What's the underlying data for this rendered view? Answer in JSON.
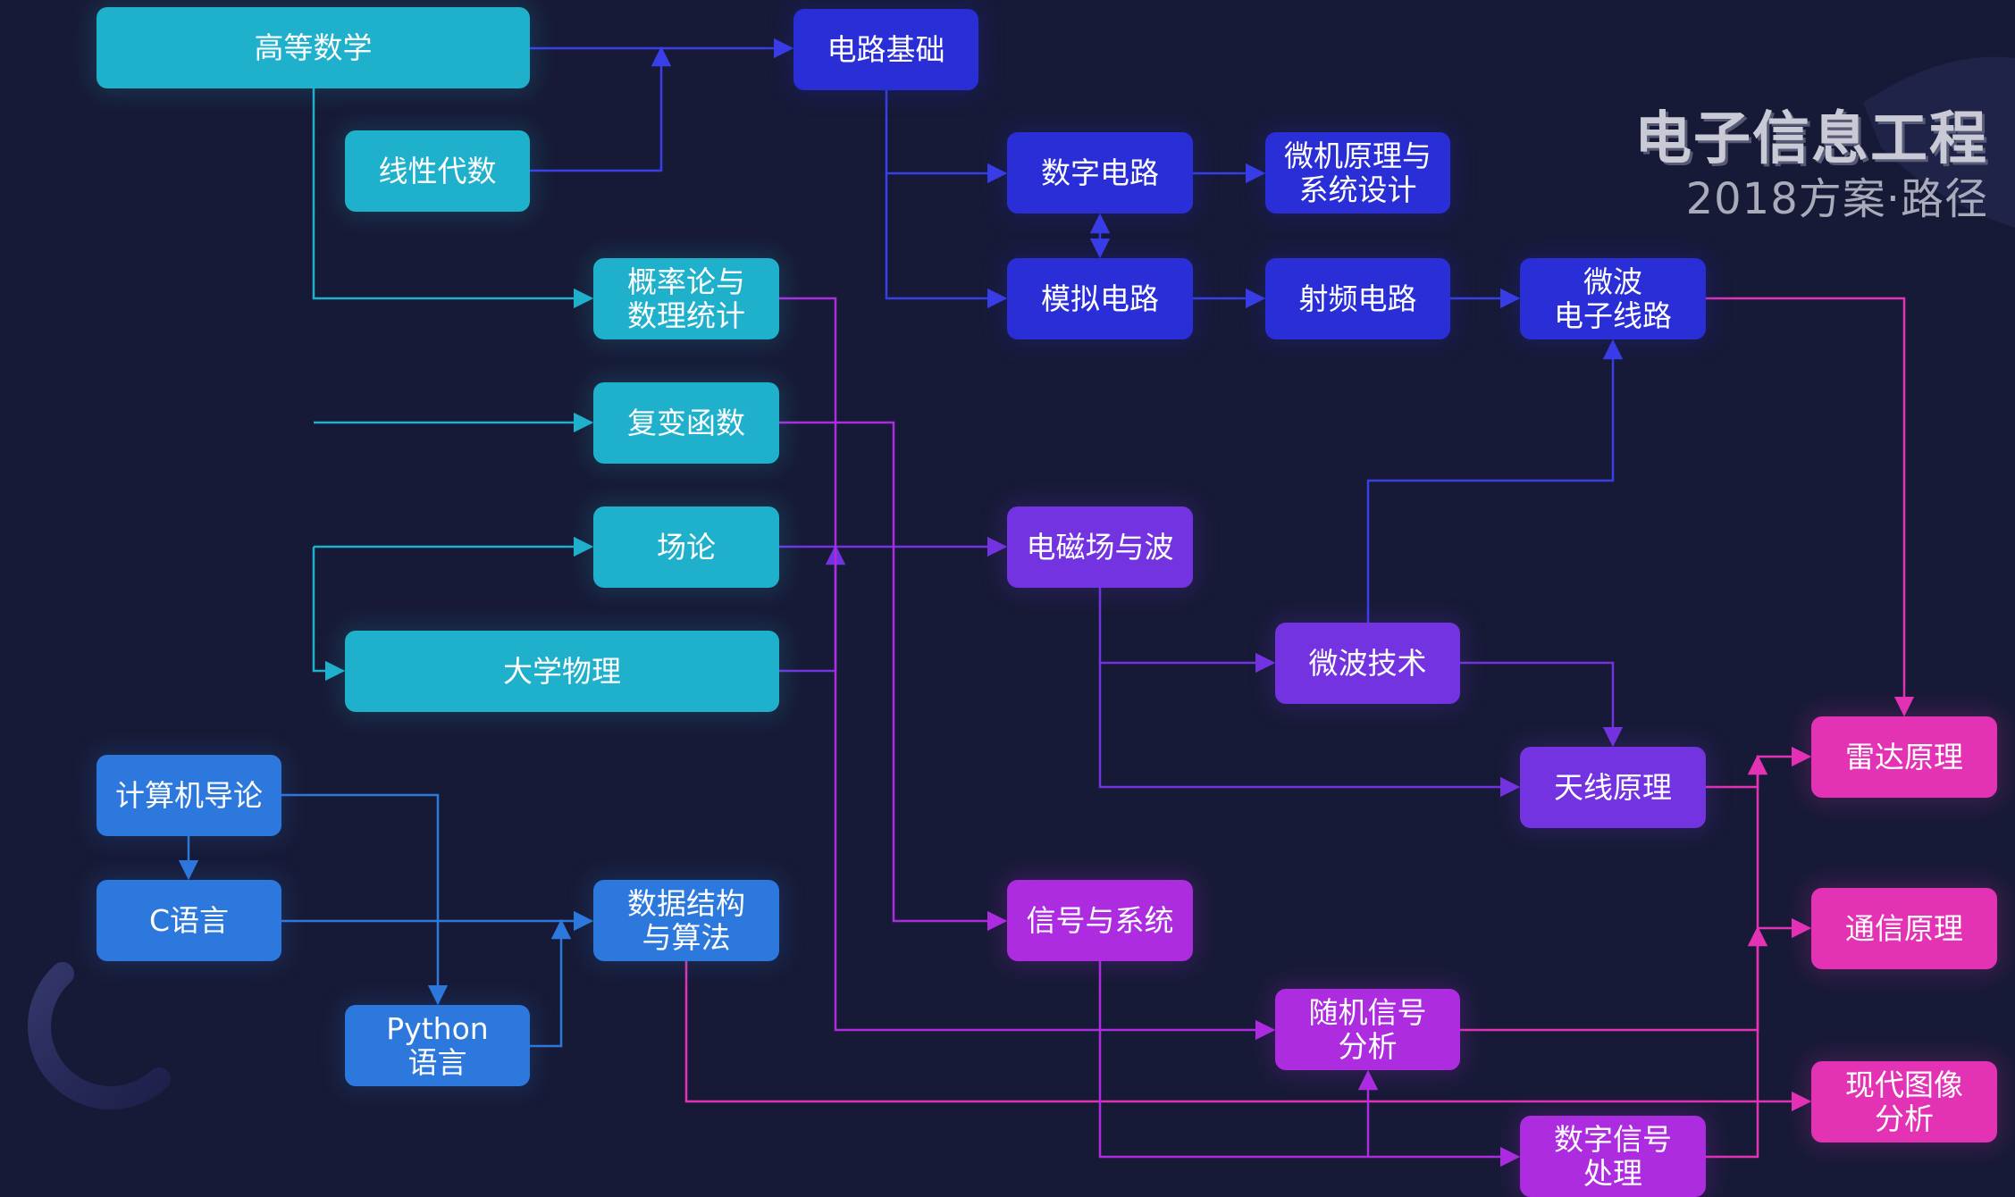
{
  "title": "电子信息工程",
  "subtitle": "2018方案·路径",
  "colors": {
    "background": "#171a36",
    "cyan": "#1fb0cc",
    "blue": "#2d78dc",
    "indigo": "#2a2ed6",
    "violet": "#7433e0",
    "magenta": "#ad2ce0",
    "pink": "#e332b4"
  },
  "nodes": [
    {
      "id": "gaodeng",
      "label": "高等数学",
      "color": "cyan"
    },
    {
      "id": "xianxing",
      "label": "线性代数",
      "color": "cyan"
    },
    {
      "id": "gailv",
      "label": "概率论与\n数理统计",
      "color": "cyan"
    },
    {
      "id": "fubian",
      "label": "复变函数",
      "color": "cyan"
    },
    {
      "id": "changlun",
      "label": "场论",
      "color": "cyan"
    },
    {
      "id": "daxue",
      "label": "大学物理",
      "color": "cyan"
    },
    {
      "id": "jisuanji",
      "label": "计算机导论",
      "color": "blue"
    },
    {
      "id": "cyuyan",
      "label": "C语言",
      "color": "blue"
    },
    {
      "id": "python",
      "label": "Python\n语言",
      "color": "blue"
    },
    {
      "id": "shuju",
      "label": "数据结构\n与算法",
      "color": "blue"
    },
    {
      "id": "dianlu",
      "label": "电路基础",
      "color": "indigo"
    },
    {
      "id": "shuzi",
      "label": "数字电路",
      "color": "indigo"
    },
    {
      "id": "weiji",
      "label": "微机原理与\n系统设计",
      "color": "indigo"
    },
    {
      "id": "moni",
      "label": "模拟电路",
      "color": "indigo"
    },
    {
      "id": "shepin",
      "label": "射频电路",
      "color": "indigo"
    },
    {
      "id": "weibodz",
      "label": "微波\n电子线路",
      "color": "indigo"
    },
    {
      "id": "dianci",
      "label": "电磁场与波",
      "color": "violet"
    },
    {
      "id": "weibojs",
      "label": "微波技术",
      "color": "violet"
    },
    {
      "id": "tianxian",
      "label": "天线原理",
      "color": "violet"
    },
    {
      "id": "xinhao",
      "label": "信号与系统",
      "color": "magenta"
    },
    {
      "id": "suiji",
      "label": "随机信号\n分析",
      "color": "magenta"
    },
    {
      "id": "shuzixh",
      "label": "数字信号\n处理",
      "color": "magenta"
    },
    {
      "id": "leida",
      "label": "雷达原理",
      "color": "pink"
    },
    {
      "id": "tongxin",
      "label": "通信原理",
      "color": "pink"
    },
    {
      "id": "xiandai",
      "label": "现代图像\n分析",
      "color": "pink"
    }
  ],
  "edges": [
    {
      "from": "gaodeng",
      "to": "dianlu"
    },
    {
      "from": "xianxing",
      "to": "dianlu"
    },
    {
      "from": "gaodeng",
      "to": "gailv"
    },
    {
      "from": "gaodeng",
      "to": "fubian"
    },
    {
      "from": "gaodeng",
      "to": "changlun"
    },
    {
      "from": "gaodeng",
      "to": "daxue"
    },
    {
      "from": "dianlu",
      "to": "shuzi"
    },
    {
      "from": "dianlu",
      "to": "moni"
    },
    {
      "from": "shuzi",
      "to": "weiji"
    },
    {
      "from": "shuzi",
      "to": "moni",
      "bidirectional": true
    },
    {
      "from": "moni",
      "to": "shepin"
    },
    {
      "from": "shepin",
      "to": "weibodz"
    },
    {
      "from": "weibodz",
      "to": "leida"
    },
    {
      "from": "changlun",
      "to": "dianci"
    },
    {
      "from": "daxue",
      "to": "dianci"
    },
    {
      "from": "dianci",
      "to": "weibojs"
    },
    {
      "from": "dianci",
      "to": "tianxian"
    },
    {
      "from": "weibojs",
      "to": "weibodz"
    },
    {
      "from": "weibojs",
      "to": "tianxian"
    },
    {
      "from": "tianxian",
      "to": "leida"
    },
    {
      "from": "fubian",
      "to": "xinhao"
    },
    {
      "from": "gailv",
      "to": "suiji"
    },
    {
      "from": "jisuanji",
      "to": "cyuyan"
    },
    {
      "from": "jisuanji",
      "to": "python"
    },
    {
      "from": "cyuyan",
      "to": "shuju"
    },
    {
      "from": "python",
      "to": "shuju"
    },
    {
      "from": "shuju",
      "to": "xiandai"
    },
    {
      "from": "xinhao",
      "to": "shuzixh"
    },
    {
      "from": "shuzixh",
      "to": "suiji"
    },
    {
      "from": "suiji",
      "to": "leida"
    },
    {
      "from": "suiji",
      "to": "tongxin"
    },
    {
      "from": "shuzixh",
      "to": "tongxin"
    }
  ]
}
